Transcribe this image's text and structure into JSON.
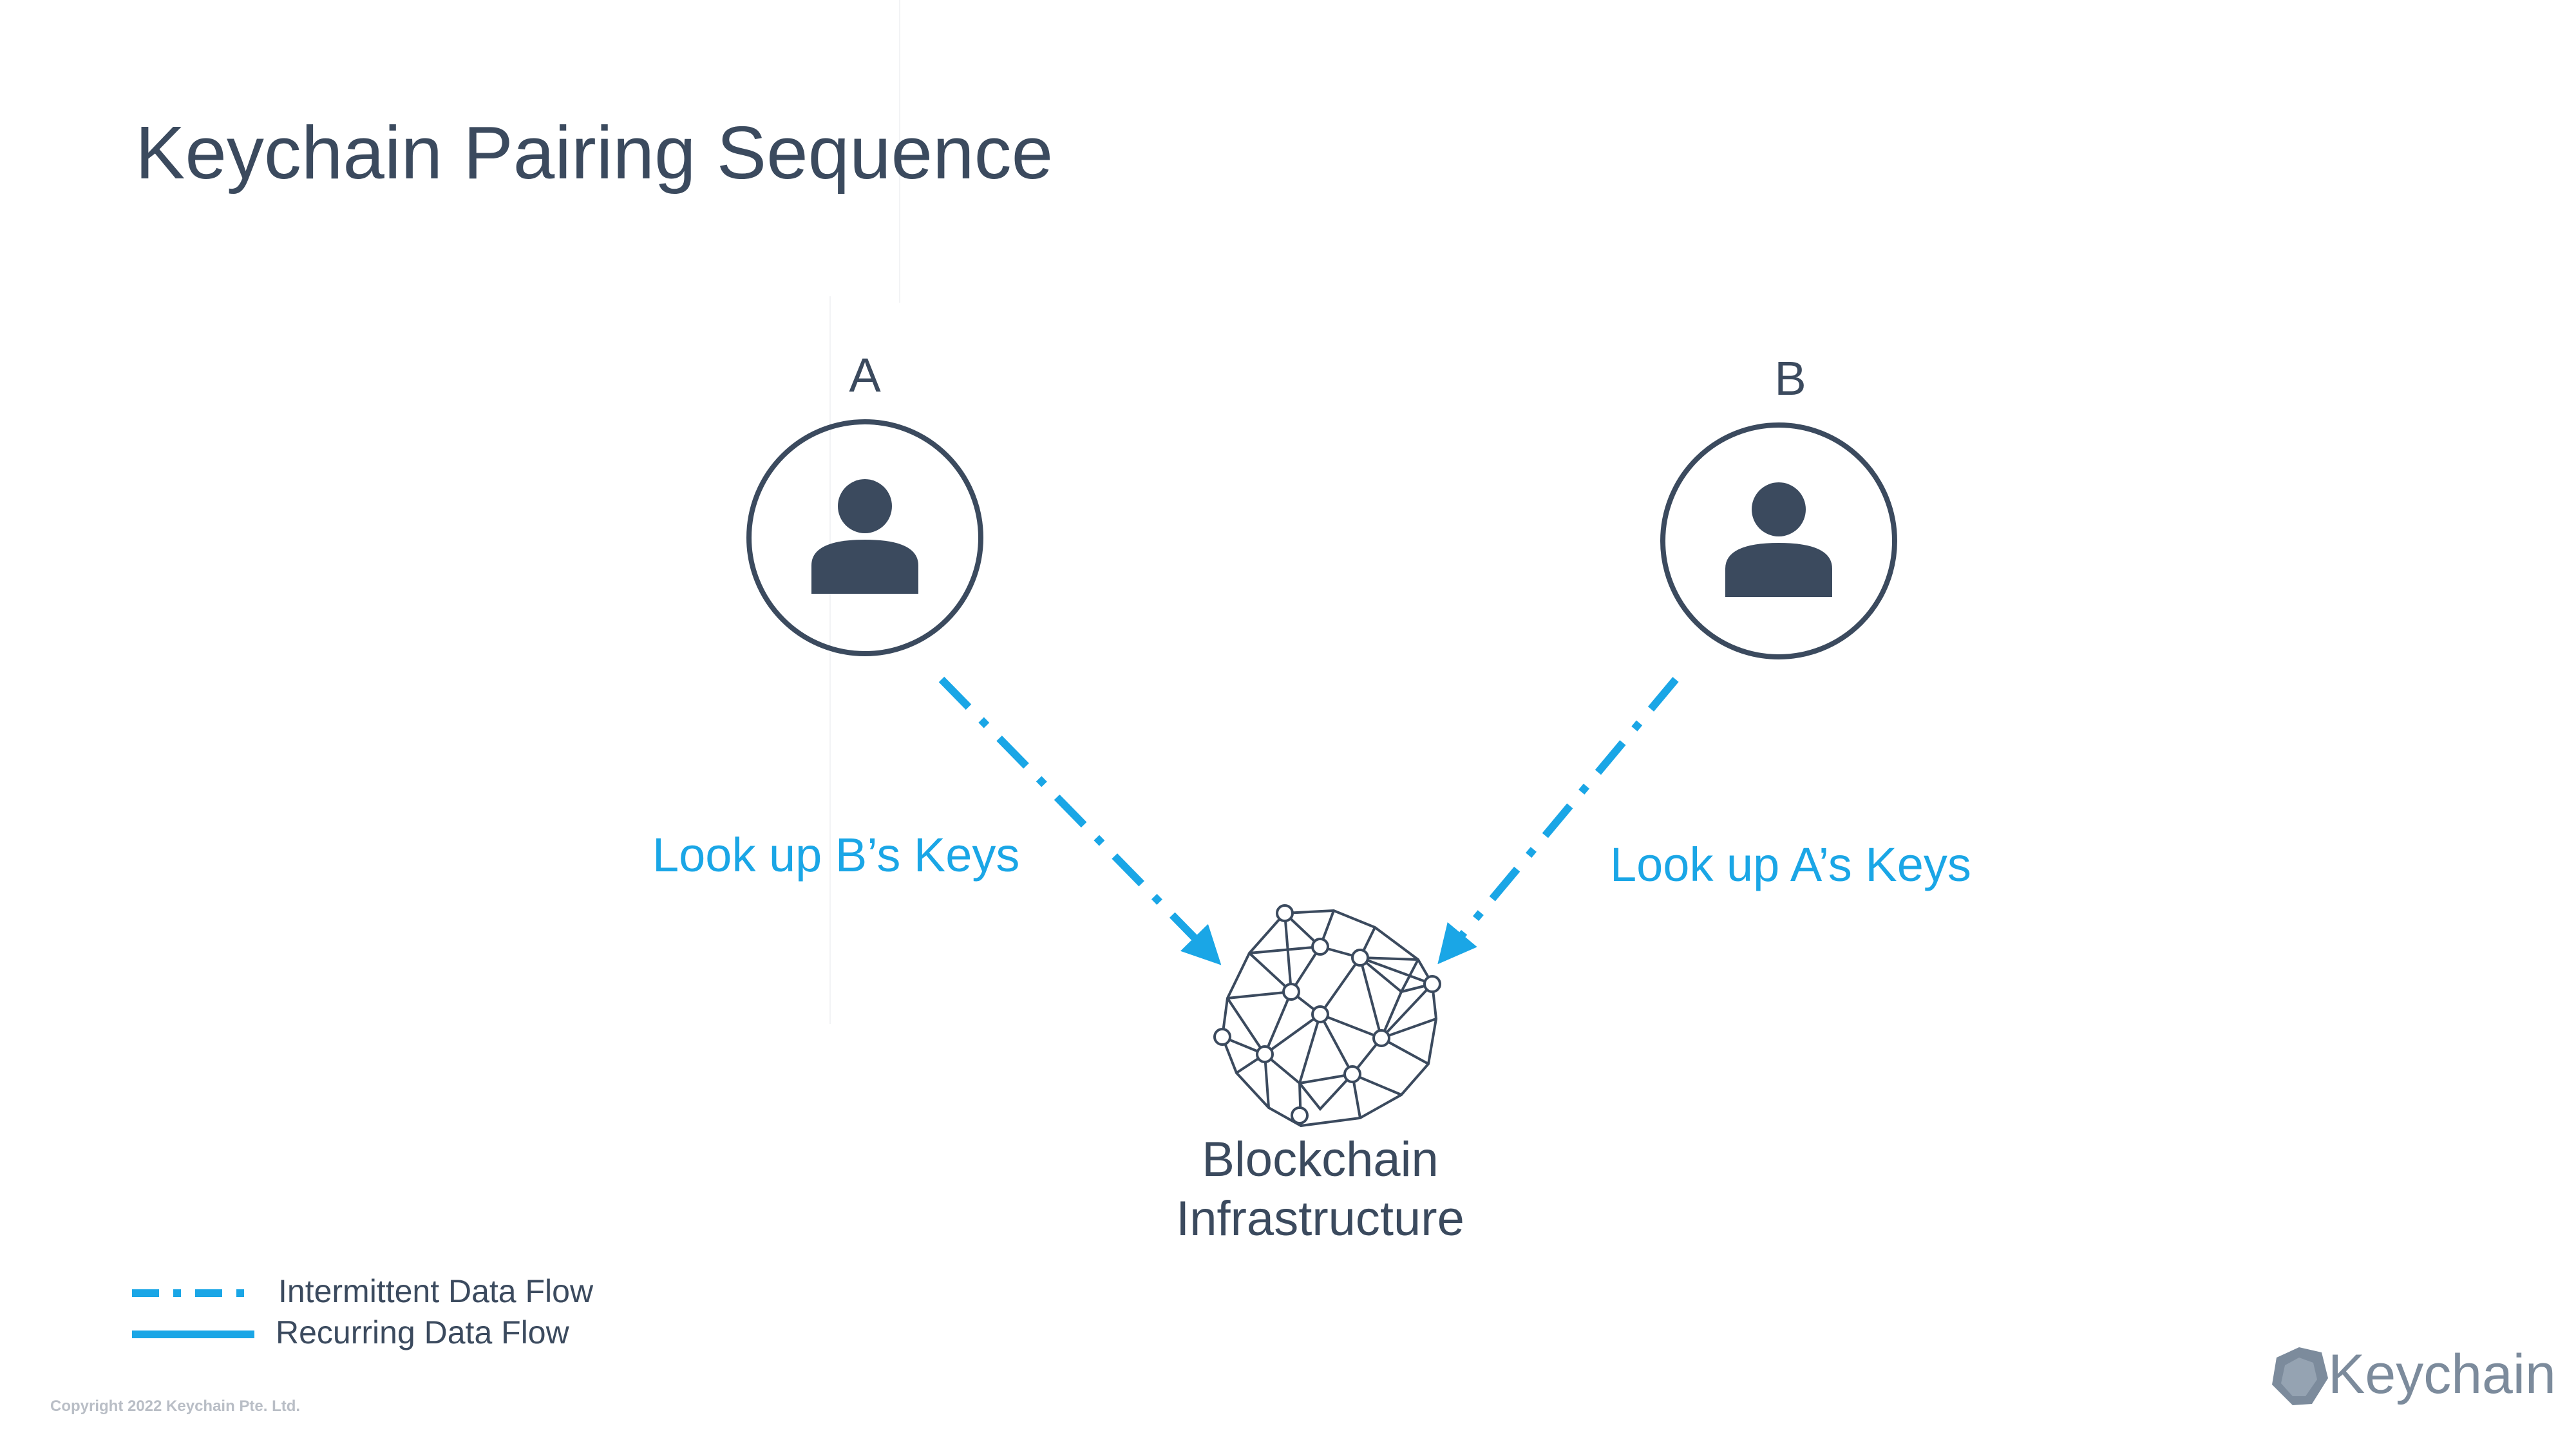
{
  "title": "Keychain Pairing Sequence",
  "nodes": {
    "a_label": "A",
    "b_label": "B",
    "blockchain_line1": "Blockchain",
    "blockchain_line2": "Infrastructure"
  },
  "flows": {
    "a_to_chain": "Look up B’s Keys",
    "b_to_chain": "Look up A’s Keys"
  },
  "legend": {
    "intermittent": "Intermittent Data Flow",
    "recurring": "Recurring Data Flow"
  },
  "footer": {
    "copyright": "Copyright 2022 Keychain Pte. Ltd.",
    "logo_text": "Keychain"
  },
  "colors": {
    "accent": "#1aa6e6",
    "dark": "#3b4a5e",
    "logo": "#7c8b9c"
  },
  "icons": {
    "user_a": "user-icon",
    "user_b": "user-icon",
    "blockchain": "network-sphere-icon",
    "logo": "keychain-shield-icon"
  }
}
